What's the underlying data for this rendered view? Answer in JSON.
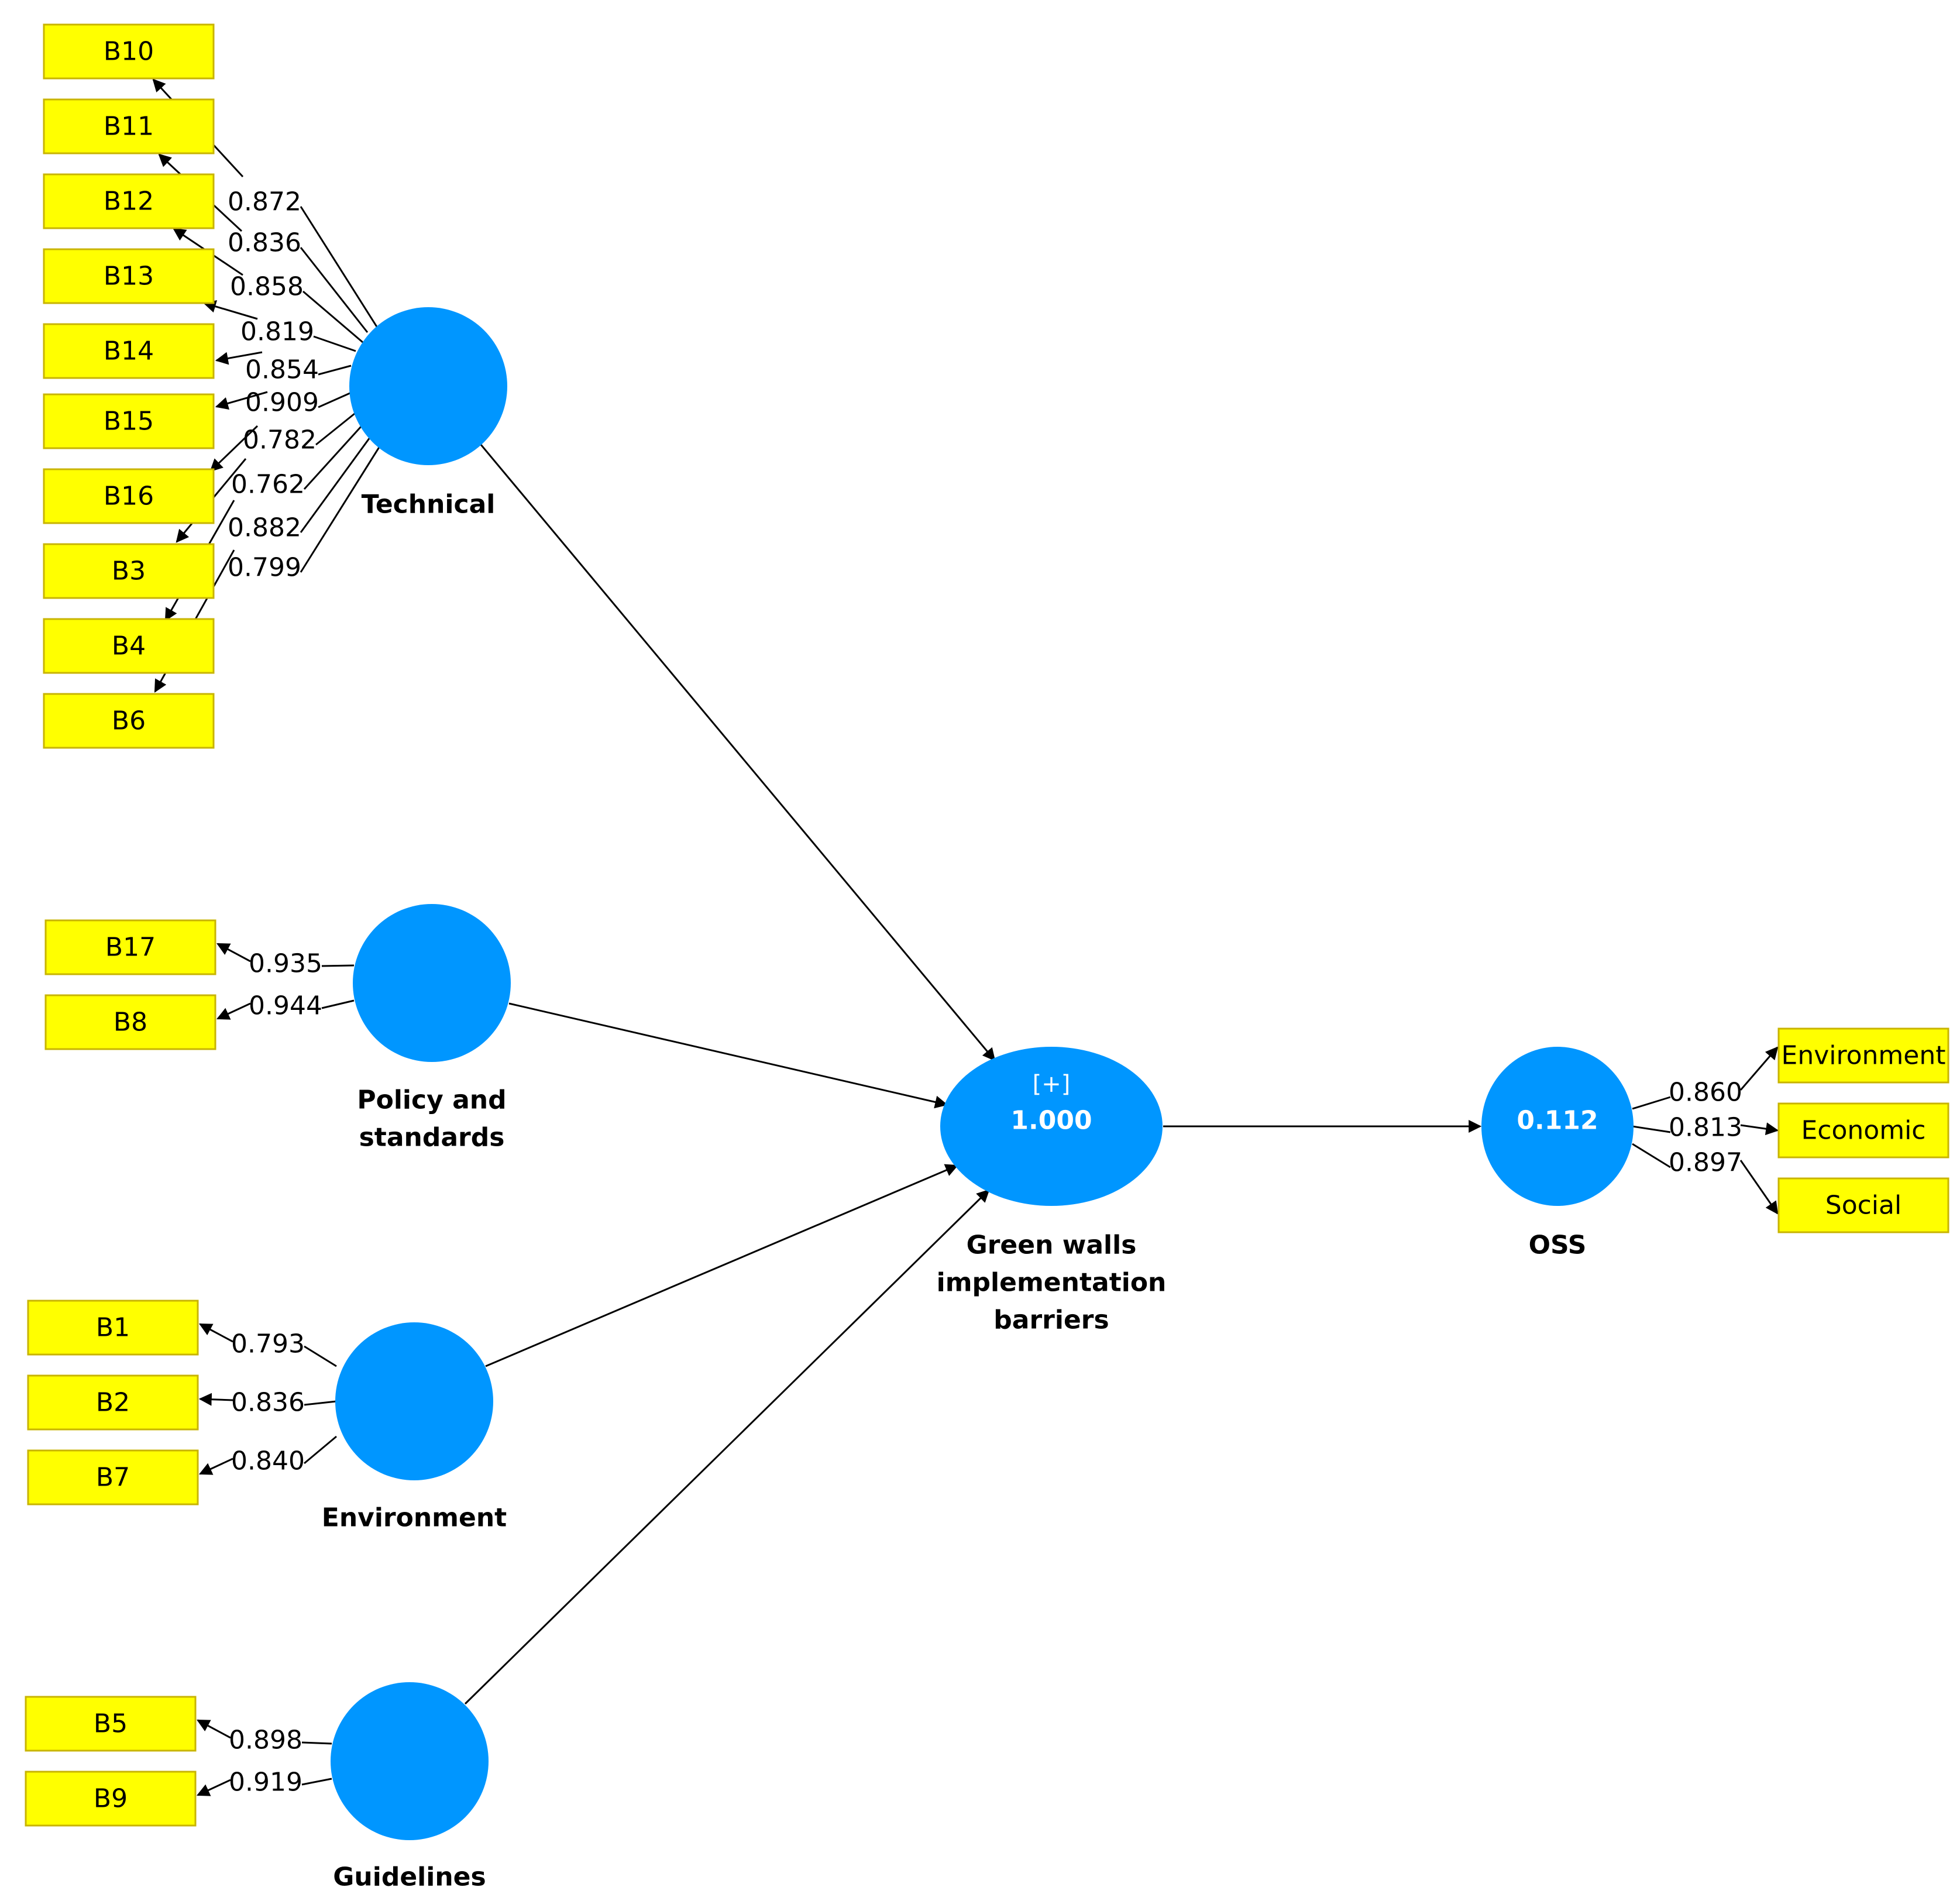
{
  "colors": {
    "latent_fill": "#0096ff",
    "indicator_fill": "#ffff00",
    "indicator_border": "#c8b400",
    "edge": "#000000"
  },
  "latent_variables": {
    "technical": {
      "label_lines": [
        "Technical"
      ]
    },
    "policy": {
      "label_lines": [
        "Policy and",
        "standards"
      ]
    },
    "environment": {
      "label_lines": [
        "Environment"
      ]
    },
    "guidelines": {
      "label_lines": [
        "Guidelines"
      ]
    },
    "gwib": {
      "label_lines": [
        "Green walls",
        "implementation",
        "barriers"
      ],
      "value": "1.000",
      "expand_marker": "[+]"
    },
    "oss": {
      "label_lines": [
        "OSS"
      ],
      "value": "0.112"
    }
  },
  "indicators": {
    "technical": [
      {
        "label": "B10",
        "loading": "0.872"
      },
      {
        "label": "B11",
        "loading": "0.836"
      },
      {
        "label": "B12",
        "loading": "0.858"
      },
      {
        "label": "B13",
        "loading": "0.819"
      },
      {
        "label": "B14",
        "loading": "0.854"
      },
      {
        "label": "B15",
        "loading": "0.909"
      },
      {
        "label": "B16",
        "loading": "0.782"
      },
      {
        "label": "B3",
        "loading": "0.762"
      },
      {
        "label": "B4",
        "loading": "0.882"
      },
      {
        "label": "B6",
        "loading": "0.799"
      }
    ],
    "policy": [
      {
        "label": "B17",
        "loading": "0.935"
      },
      {
        "label": "B8",
        "loading": "0.944"
      }
    ],
    "environment": [
      {
        "label": "B1",
        "loading": "0.793"
      },
      {
        "label": "B2",
        "loading": "0.836"
      },
      {
        "label": "B7",
        "loading": "0.840"
      }
    ],
    "guidelines": [
      {
        "label": "B5",
        "loading": "0.898"
      },
      {
        "label": "B9",
        "loading": "0.919"
      }
    ],
    "oss": [
      {
        "label": "Environment",
        "loading": "0.860"
      },
      {
        "label": "Economic",
        "loading": "0.813"
      },
      {
        "label": "Social",
        "loading": "0.897"
      }
    ]
  },
  "structural_paths": [
    {
      "from": "technical",
      "to": "gwib"
    },
    {
      "from": "policy",
      "to": "gwib"
    },
    {
      "from": "environment",
      "to": "gwib"
    },
    {
      "from": "guidelines",
      "to": "gwib"
    },
    {
      "from": "gwib",
      "to": "oss"
    }
  ]
}
